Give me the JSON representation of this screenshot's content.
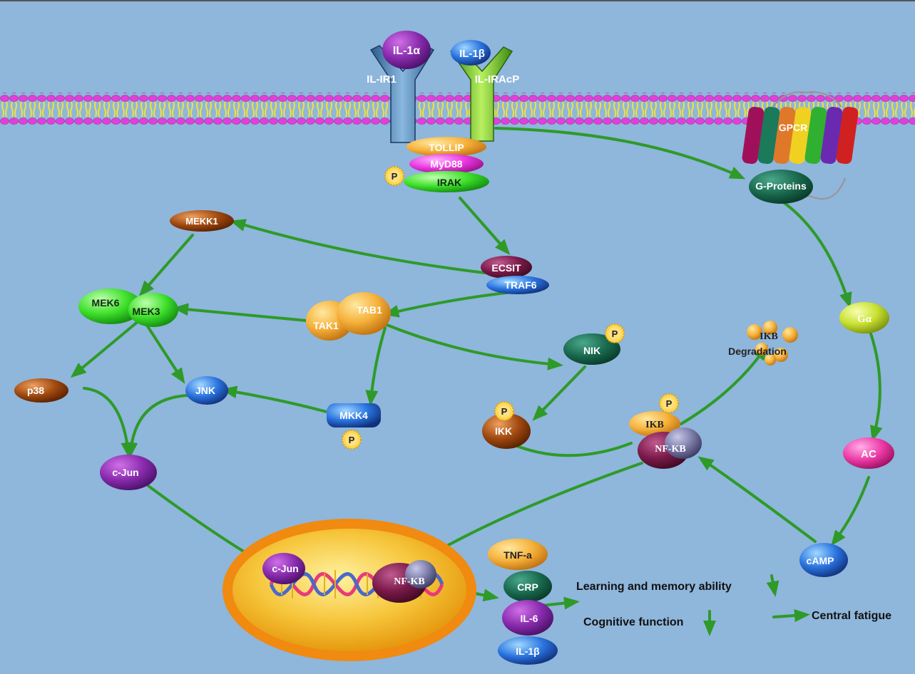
{
  "colors": {
    "background": "#8fb6db",
    "arrow": "#2e9a28",
    "membrane_head": "#e040d8",
    "membrane_tail": "#f2e23a"
  },
  "receptors": {
    "il1_alpha": "IL-1α",
    "il1_beta": "IL-1β",
    "il_ir1": "IL-IR1",
    "il_iracp": "IL-IRAcP",
    "gpcr": "GPCR",
    "g_proteins": "G-Proteins"
  },
  "adaptors": {
    "tollip": "TOLLIP",
    "myd88": "MyD88",
    "irak": "IRAK",
    "phospho": "P"
  },
  "kinases": {
    "mekk1": "MEKK1",
    "ecsit": "ECSIT",
    "traf6": "TRAF6",
    "mek6": "MEK6",
    "mek3": "MEK3",
    "tak1": "TAK1",
    "tab1": "TAB1",
    "nik": "NIK",
    "p38": "p38",
    "jnk": "JNK",
    "mkk4": "MKK4",
    "ikk": "IKK",
    "c_jun": "c-Jun"
  },
  "nfkb_pathway": {
    "ikb": "IKB",
    "nfkb": "NF-KB",
    "degradation_ikb": "IKB",
    "degradation": "Degradation"
  },
  "camp_pathway": {
    "g_alpha": "Gα",
    "ac": "AC",
    "camp": "cAMP"
  },
  "nucleus": {
    "c_jun": "c-Jun",
    "nfkb": "NF-KB"
  },
  "cytokines": {
    "tnf": "TNF-a",
    "crp": "CRP",
    "il6": "IL-6",
    "il1b": "IL-1β"
  },
  "outcomes": {
    "learning": "Learning and memory ability",
    "cognitive": "Cognitive function",
    "fatigue": "Central fatigue"
  }
}
